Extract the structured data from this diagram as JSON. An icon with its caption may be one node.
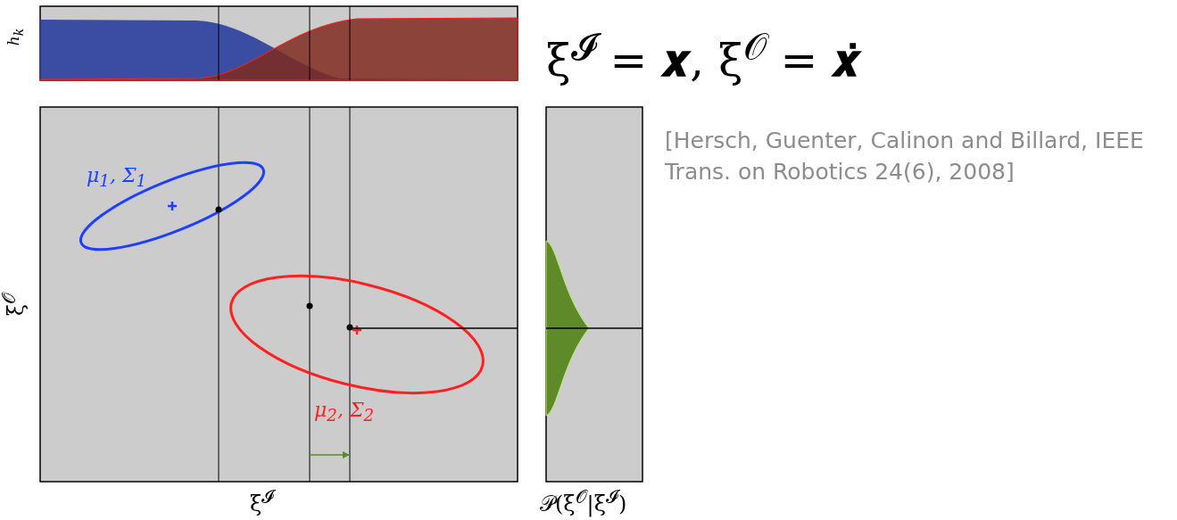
{
  "diagram": {
    "labels": [
      "h$_{k}$",
      "ξ$^{𝓘}$ = **𝒙**,  ξ$^{𝒪}$ = **𝒙̇**",
      "[Hersch, Guenter, Calinon and Billard, IEEE Trans. on Robotics 24(6), 2008]",
      "μ$_{1}$, Σ$_{1}$",
      "ξ$^{𝒪}$",
      "μ$_{2}$, Σ$_{2}$",
      "ξ$^{𝓘}$",
      "𝒫(ξ$^{𝒪}$|ξ$^{𝓘}$)"
    ]
  }
}
